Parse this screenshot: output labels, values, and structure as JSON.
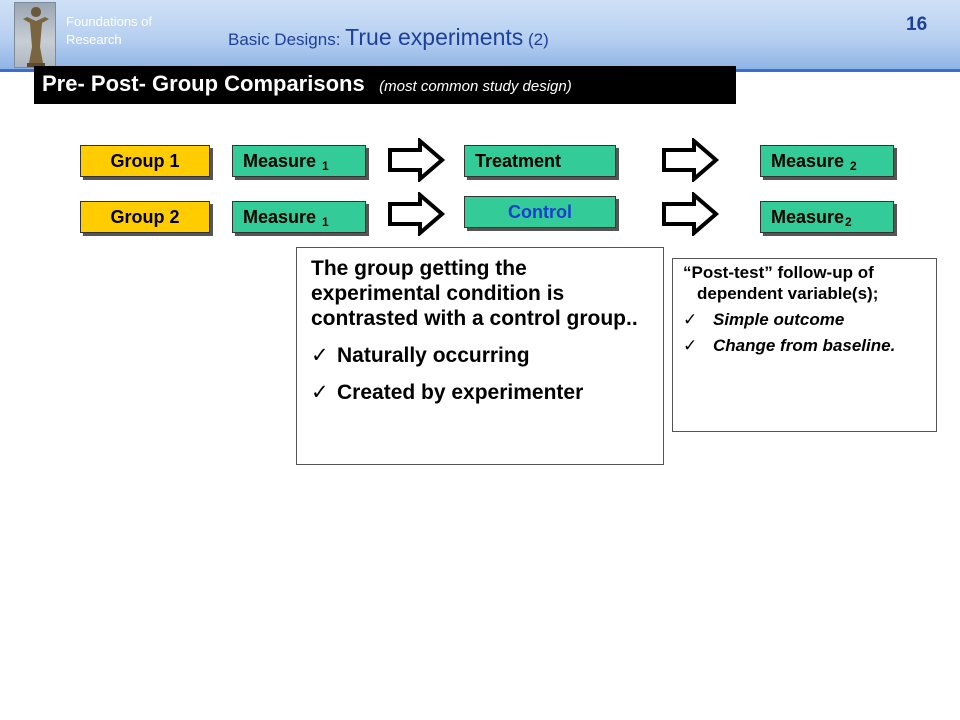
{
  "header": {
    "org_line1": "Foundations of",
    "org_line2": "Research",
    "title_prefix": "Basic Designs:",
    "title_main": "True experiments",
    "title_number": "(2)",
    "page_number": "16"
  },
  "banner": {
    "title": "Pre- Post- Group Comparisons",
    "note": "(most common study design)"
  },
  "diagram": {
    "row1": {
      "group": "Group 1",
      "measure1_label": "Measure",
      "measure1_sub": "1",
      "condition": "Treatment",
      "measure2_label": "Measure",
      "measure2_sub": "2"
    },
    "row2": {
      "group": "Group 2",
      "measure1_label": "Measure",
      "measure1_sub": "1",
      "condition": "Control",
      "measure2_label": "Measure",
      "measure2_sub": "2"
    }
  },
  "left_box": {
    "paragraph": "The group getting the experimental condition is contrasted with a control group..",
    "bullets": [
      "Naturally occurring",
      "Created by experimenter"
    ]
  },
  "right_box": {
    "paragraph": "“Post-test” follow-up of dependent variable(s);",
    "bullets": [
      "Simple outcome",
      "Change from baseline."
    ]
  },
  "colors": {
    "group_box": "#ffcc00",
    "measure_box": "#33cc99",
    "title_blue": "#1e3f9c"
  },
  "icons": {
    "check": "✓",
    "arrow": "block-right-arrow"
  }
}
